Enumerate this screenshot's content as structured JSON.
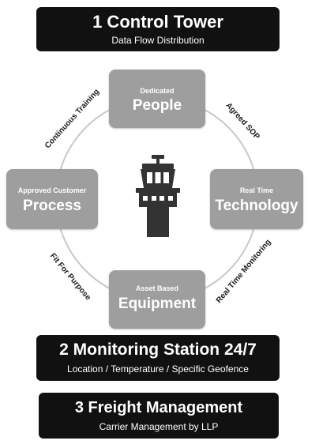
{
  "banners": {
    "control_tower": {
      "title": "1 Control Tower",
      "subtitle": "Data Flow Distribution"
    },
    "monitoring": {
      "title": "2 Monitoring Station 24/7",
      "subtitle": "Location / Temperature / Specific Geofence"
    },
    "freight": {
      "title": "3 Freight Management",
      "subtitle": "Carrier Management by LLP"
    }
  },
  "nodes": {
    "people": {
      "small": "Dedicated",
      "big": "People"
    },
    "process": {
      "small": "Approved Customer",
      "big": "Process"
    },
    "technology": {
      "small": "Real Time",
      "big": "Technology"
    },
    "equipment": {
      "small": "Asset Based",
      "big": "Equipment"
    }
  },
  "links": {
    "training": "Continuous Training",
    "sop": "Agreed SOP",
    "fit": "Fit For Purpose",
    "monitoring": "Real Time Monitoring"
  },
  "icons": {
    "center": "control-tower-icon"
  },
  "colors": {
    "banner": "#111111",
    "node": "#9e9e9e",
    "ring": "#c8c8c8",
    "icon": "#333333"
  }
}
